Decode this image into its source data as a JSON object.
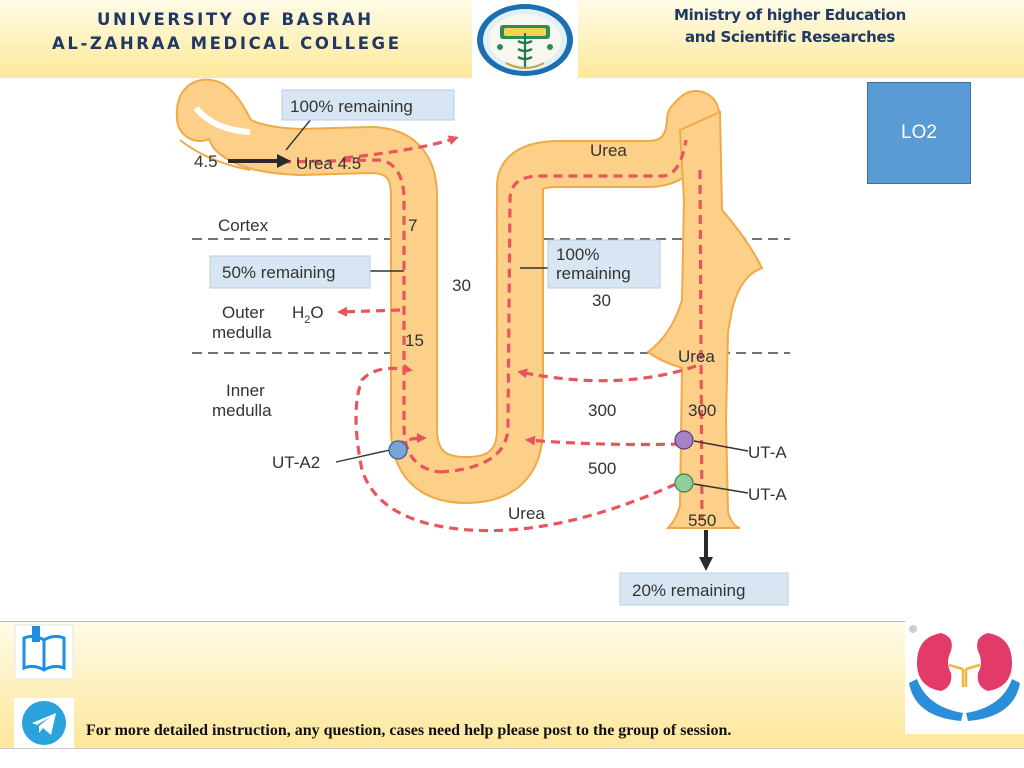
{
  "header": {
    "university_line1": "UNIVERSITY OF BASRAH",
    "university_line2": "AL-ZAHRAA MEDICAL COLLEGE",
    "ministry_line1": "Ministry of higher Education",
    "ministry_line2": "and Scientific Researches"
  },
  "badge": {
    "label": "LO2"
  },
  "diagram": {
    "zones": {
      "cortex": "Cortex",
      "outer_medulla_1": "Outer",
      "outer_medulla_2": "medulla",
      "inner_medulla_1": "Inner",
      "inner_medulla_2": "medulla"
    },
    "callouts": {
      "top_remaining": "100% remaining",
      "fifty_remaining": "50% remaining",
      "hundred_mid_1": "100%",
      "hundred_mid_2": "remaining",
      "twenty_remaining": "20% remaining"
    },
    "labels": {
      "input_value": "4.5",
      "urea_in": "Urea 4.5",
      "urea_top": "Urea",
      "urea_cd": "Urea",
      "urea_bottom": "Urea",
      "water": "H",
      "water_sub": "2",
      "water_end": "O",
      "ut_a2": "UT-A2",
      "ut_a_1": "UT-A",
      "ut_a_2": "UT-A"
    },
    "values": {
      "v7": "7",
      "v30a": "30",
      "v15": "15",
      "v30b": "30",
      "v300a": "300",
      "v300b": "300",
      "v500": "500",
      "v550": "550"
    },
    "colors": {
      "tubule": "#fdd08a",
      "tubule_edge": "#f0a949",
      "arrow": "#e8555d",
      "callout_bg": "#d8e6f4"
    }
  },
  "footer": {
    "message": "For more detailed instruction, any question, cases need help please post to the group of session."
  }
}
